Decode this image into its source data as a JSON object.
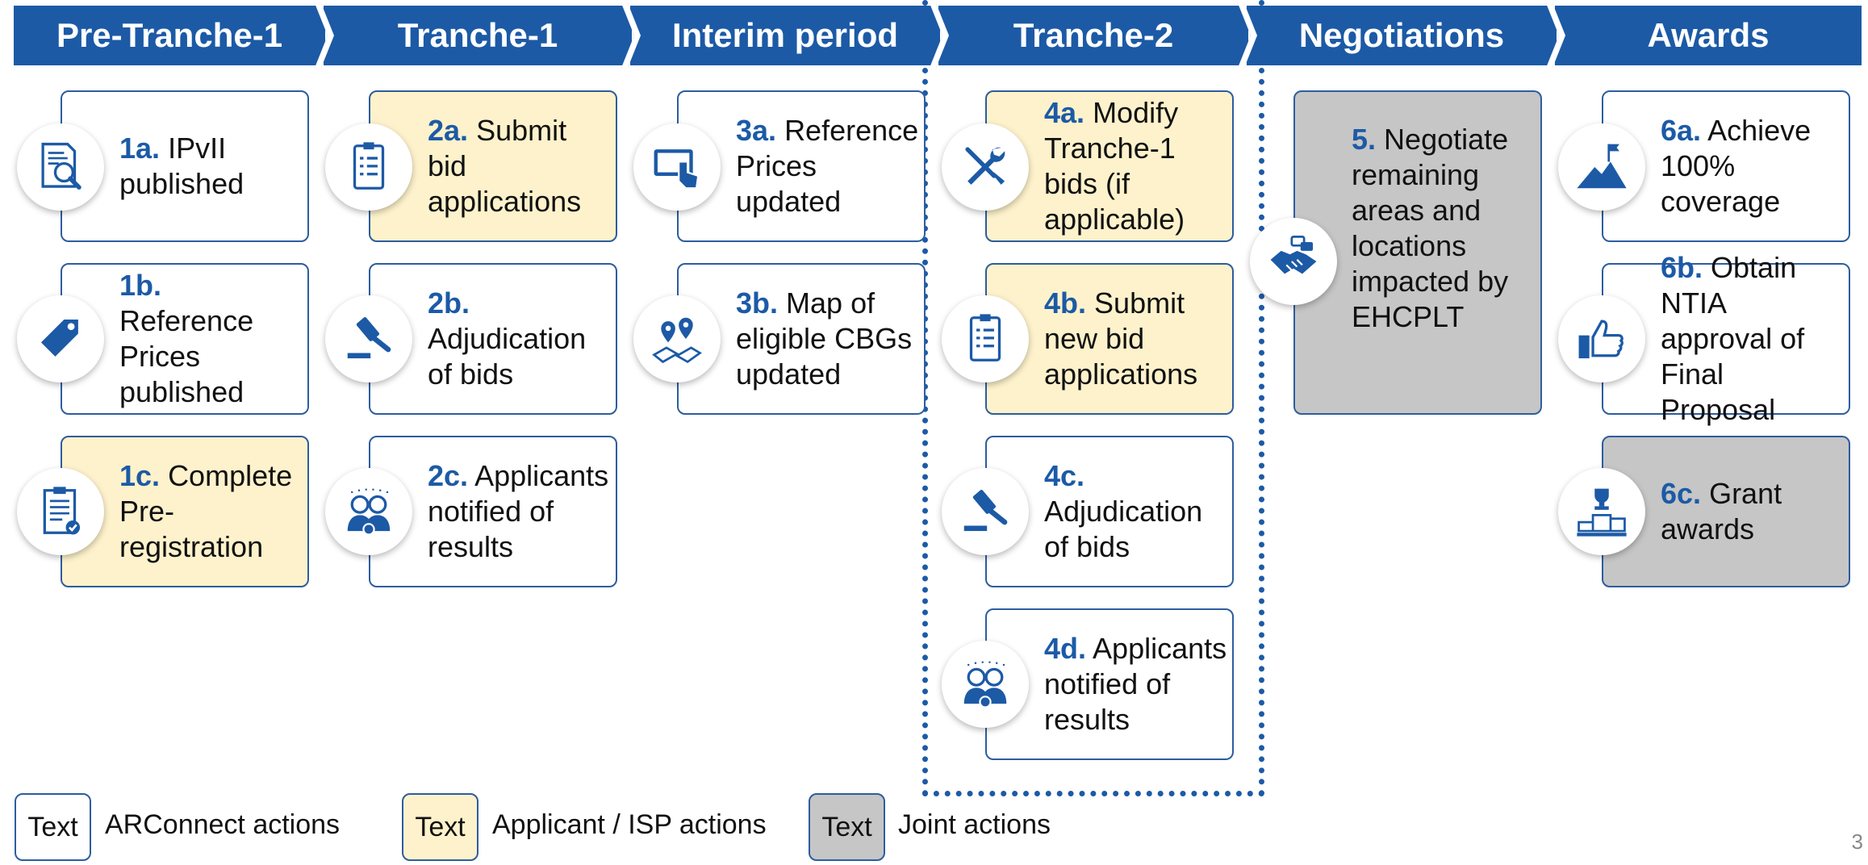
{
  "colors": {
    "brand_blue": "#1c5aa6",
    "card_border": "#2d5d9e",
    "applicant_fill": "#fdf2cb",
    "joint_fill": "#c6c6c6"
  },
  "phases": [
    "Pre-Tranche-1",
    "Tranche-1",
    "Interim period",
    "Tranche-2",
    "Negotiations",
    "Awards"
  ],
  "steps": {
    "s1a": {
      "code": "1a.",
      "text": "IPvII published",
      "icon": "magnifier-document-icon"
    },
    "s1b": {
      "code": "1b.",
      "text": "Reference Prices published",
      "icon": "price-tag-icon"
    },
    "s1c": {
      "code": "1c.",
      "text": "Complete Pre-registration",
      "icon": "clipboard-check-icon"
    },
    "s2a": {
      "code": "2a.",
      "text": "Submit bid applications",
      "icon": "checklist-icon"
    },
    "s2b": {
      "code": "2b.",
      "text": "Adjudication of bids",
      "icon": "gavel-icon"
    },
    "s2c": {
      "code": "2c.",
      "text": "Applicants notified of results",
      "icon": "people-check-icon"
    },
    "s3a": {
      "code": "3a.",
      "text": "Reference Prices updated",
      "icon": "touchscreen-hand-icon"
    },
    "s3b": {
      "code": "3b.",
      "text": "Map of eligible CBGs updated",
      "icon": "map-pins-icon"
    },
    "s4a": {
      "code": "4a.",
      "text": "Modify Tranche-1 bids (if applicable)",
      "icon": "tools-icon"
    },
    "s4b": {
      "code": "4b.",
      "text": "Submit new bid applications",
      "icon": "checklist-icon"
    },
    "s4c": {
      "code": "4c.",
      "text": "Adjudication of bids",
      "icon": "gavel-icon"
    },
    "s4d": {
      "code": "4d.",
      "text": "Applicants notified of results",
      "icon": "people-check-icon"
    },
    "s5": {
      "code": "5.",
      "text": "Negotiate remaining areas and locations impacted by EHCPLT",
      "icon": "handshake-icon"
    },
    "s6a": {
      "code": "6a.",
      "text": "Achieve 100%  coverage",
      "icon": "mountain-flag-icon"
    },
    "s6b": {
      "code": "6b.",
      "text": "Obtain NTIA approval of Final Proposal",
      "icon": "thumbs-up-icon"
    },
    "s6c": {
      "code": "6c.",
      "text": "Grant awards",
      "icon": "podium-trophy-icon"
    }
  },
  "legend": [
    {
      "box": "Text",
      "label": "ARConnect actions"
    },
    {
      "box": "Text",
      "label": "Applicant / ISP actions"
    },
    {
      "box": "Text",
      "label": "Joint actions"
    }
  ],
  "page_number": "3"
}
